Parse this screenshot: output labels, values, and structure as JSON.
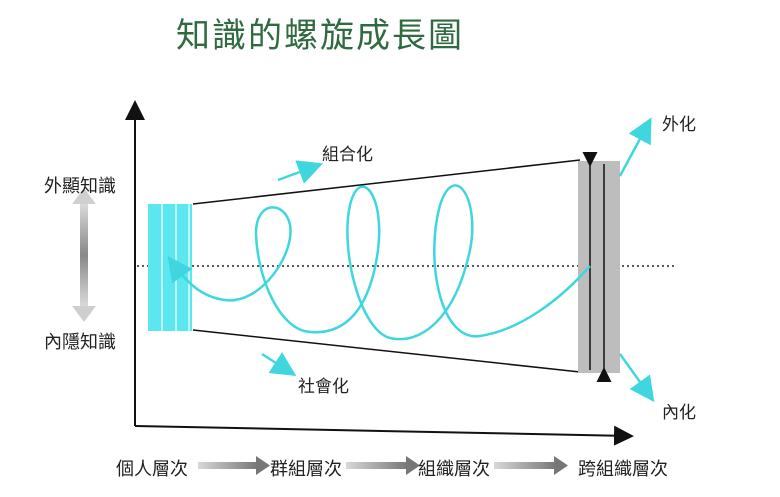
{
  "title": "知識的螺旋成長圖",
  "y_axis": {
    "top_label": "外顯知識",
    "bottom_label": "內隱知識"
  },
  "x_axis": {
    "levels": [
      "個人層次",
      "群組層次",
      "組織層次",
      "跨組織層次"
    ]
  },
  "flow_labels": {
    "combination": "組合化",
    "socialization": "社會化",
    "externalization": "外化",
    "internalization": "內化"
  },
  "colors": {
    "spiral": "#3fd6e0",
    "block": "#5ce6ef",
    "title": "#2f6b3f",
    "gray_bar": "#b8b8b8"
  }
}
